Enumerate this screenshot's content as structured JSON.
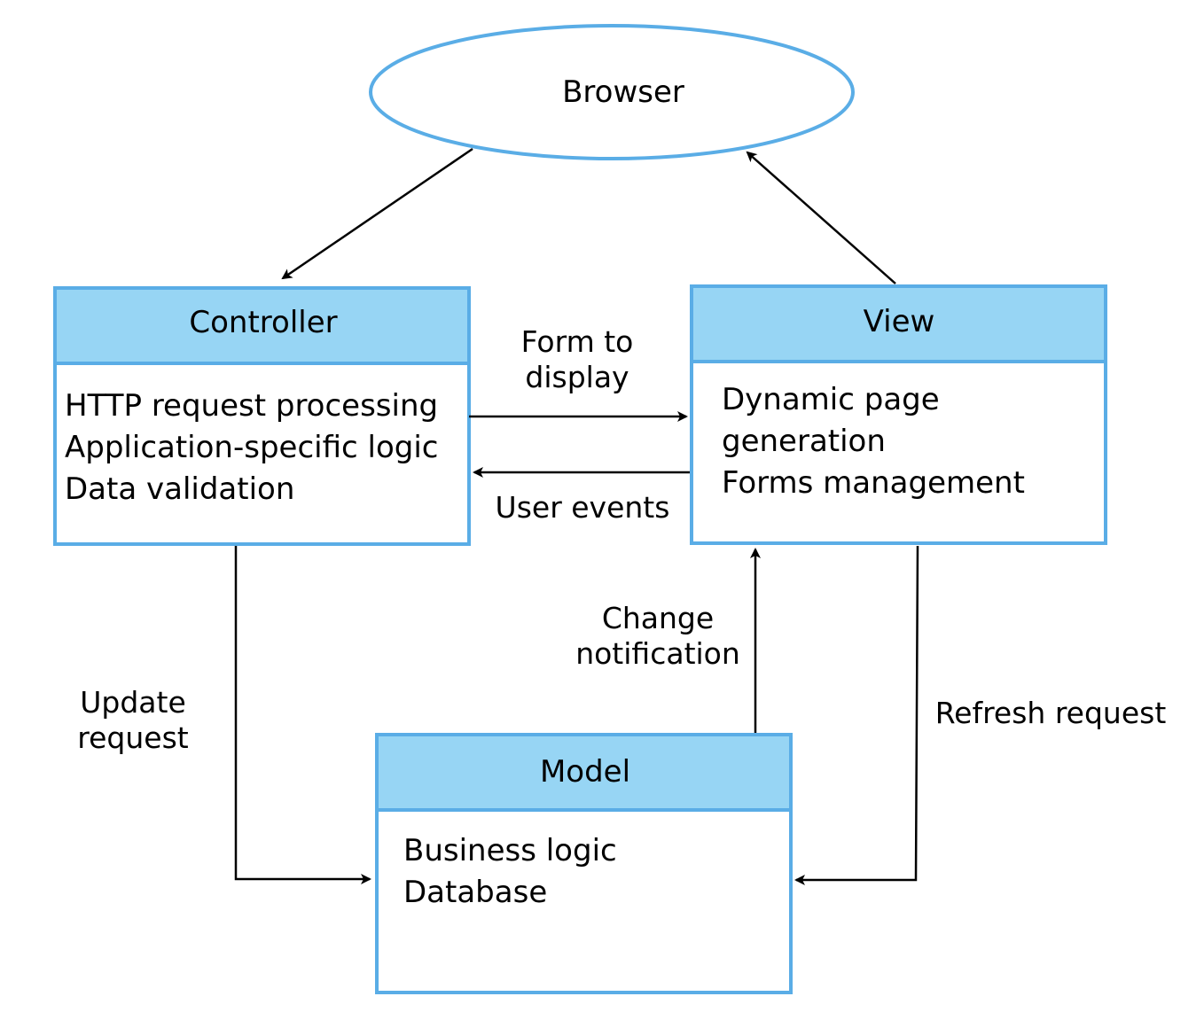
{
  "colors": {
    "header_fill": "#97d5f4",
    "border": "#5aade6",
    "line": "#000000"
  },
  "browser": {
    "label": "Browser"
  },
  "controller": {
    "title": "Controller",
    "lines": [
      "HTTP request processing",
      "Application-specific logic",
      "Data validation"
    ]
  },
  "view": {
    "title": "View",
    "lines": [
      "Dynamic page",
      "generation",
      "Forms management"
    ]
  },
  "model": {
    "title": "Model",
    "lines": [
      "Business logic",
      "Database"
    ]
  },
  "edges": {
    "form_to_display": [
      "Form to",
      "display"
    ],
    "user_events": "User events",
    "change_notification": [
      "Change",
      "notification"
    ],
    "update_request": [
      "Update",
      "request"
    ],
    "refresh_request": "Refresh request"
  }
}
